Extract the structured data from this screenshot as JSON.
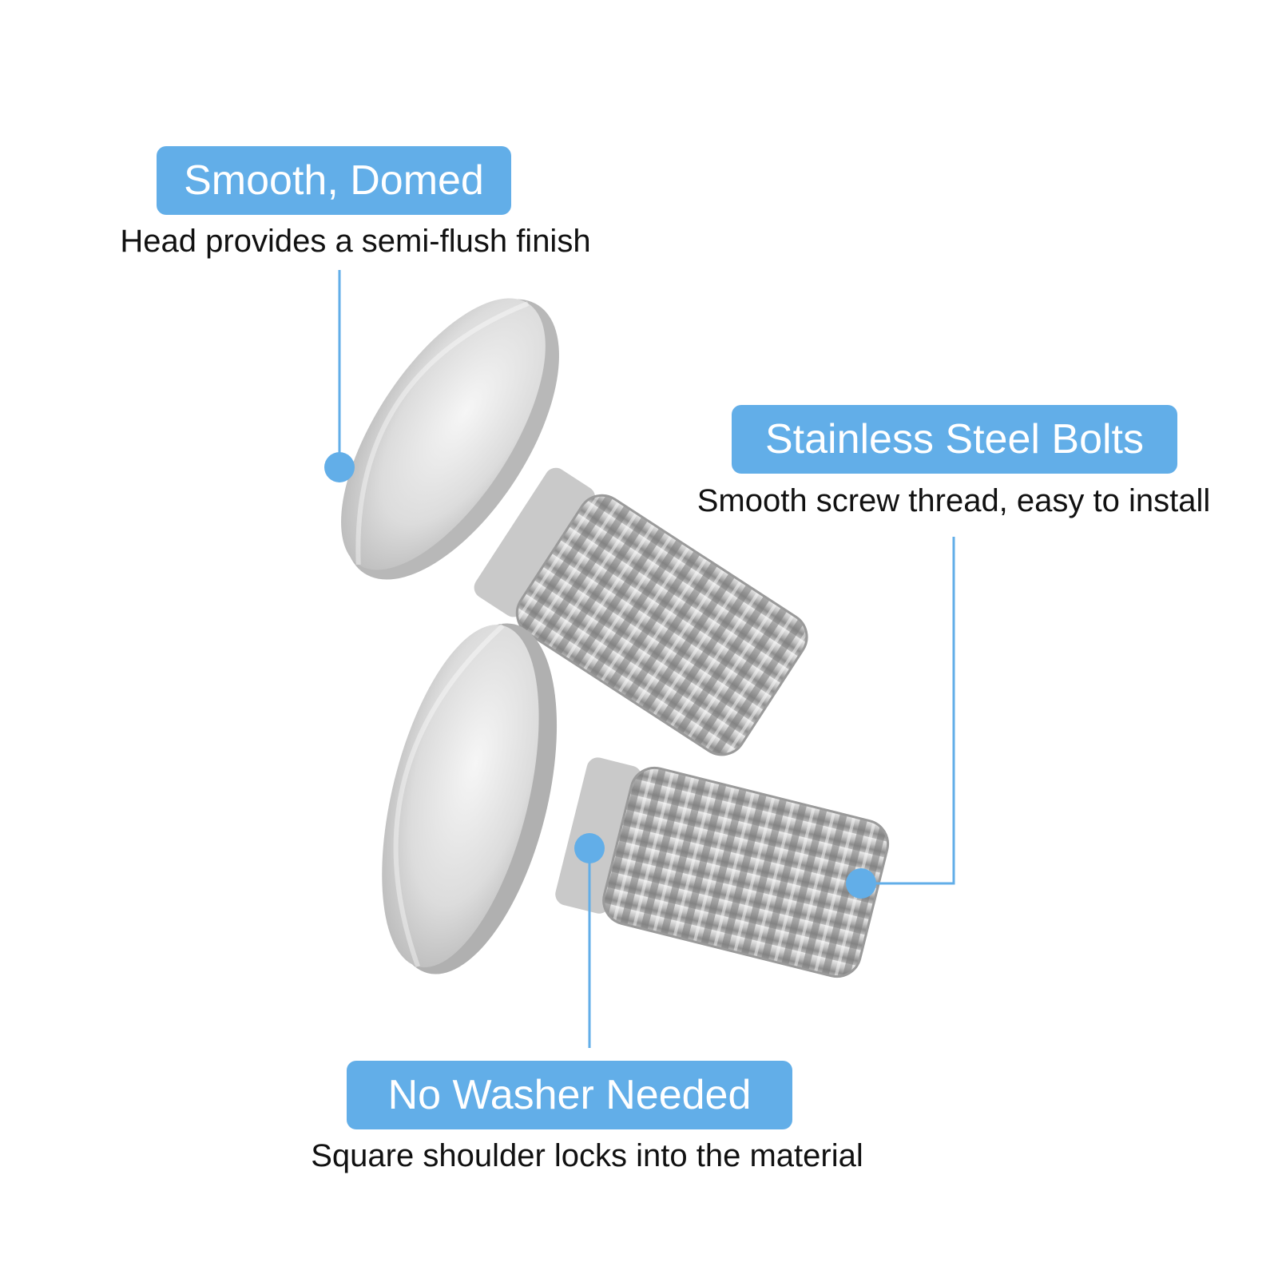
{
  "colors": {
    "accent": "#62aee8",
    "text": "#111111",
    "background": "#ffffff"
  },
  "callouts": {
    "head": {
      "title": "Smooth, Domed",
      "description": "Head provides a semi-flush finish"
    },
    "material": {
      "title": "Stainless Steel Bolts",
      "description": "Smooth screw thread, easy to install"
    },
    "shoulder": {
      "title": "No Washer Needed",
      "description": "Square shoulder locks into the material"
    }
  },
  "icons": [
    "callout-dot-icon"
  ]
}
